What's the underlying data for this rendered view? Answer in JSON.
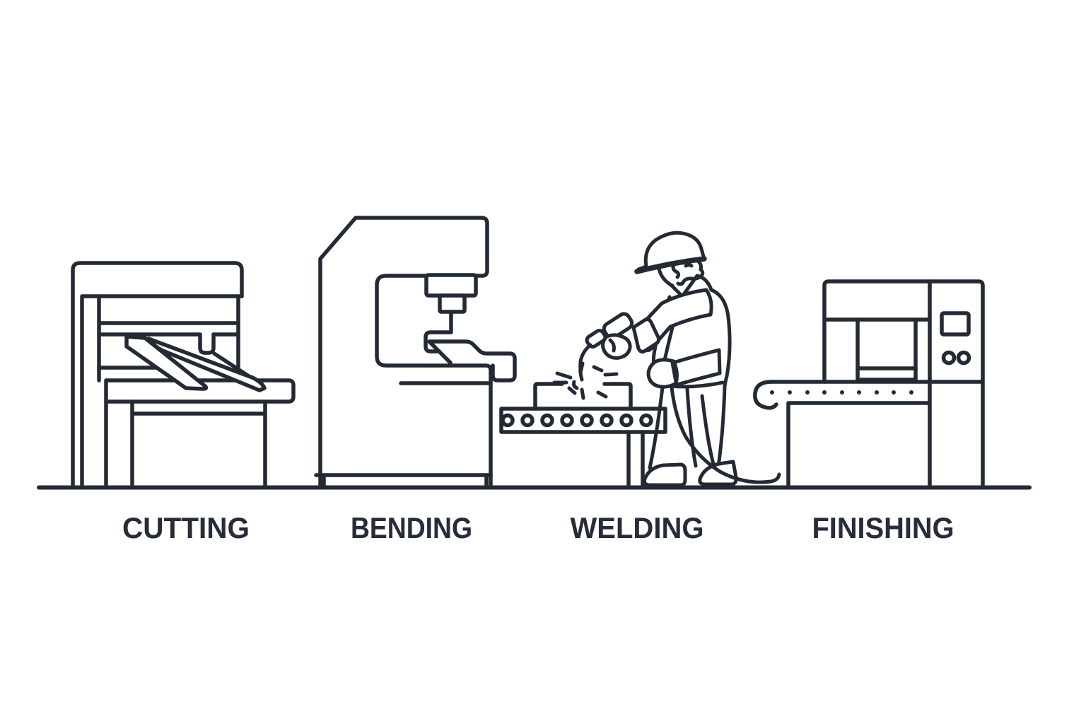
{
  "stations": [
    {
      "id": "cutting",
      "label": "CUTTING"
    },
    {
      "id": "bending",
      "label": "BENDING"
    },
    {
      "id": "welding",
      "label": "WELDING"
    },
    {
      "id": "finishing",
      "label": "FINISHING"
    }
  ],
  "colors": {
    "line": "#242a34",
    "label": "#262c38",
    "background": "#ffffff"
  }
}
